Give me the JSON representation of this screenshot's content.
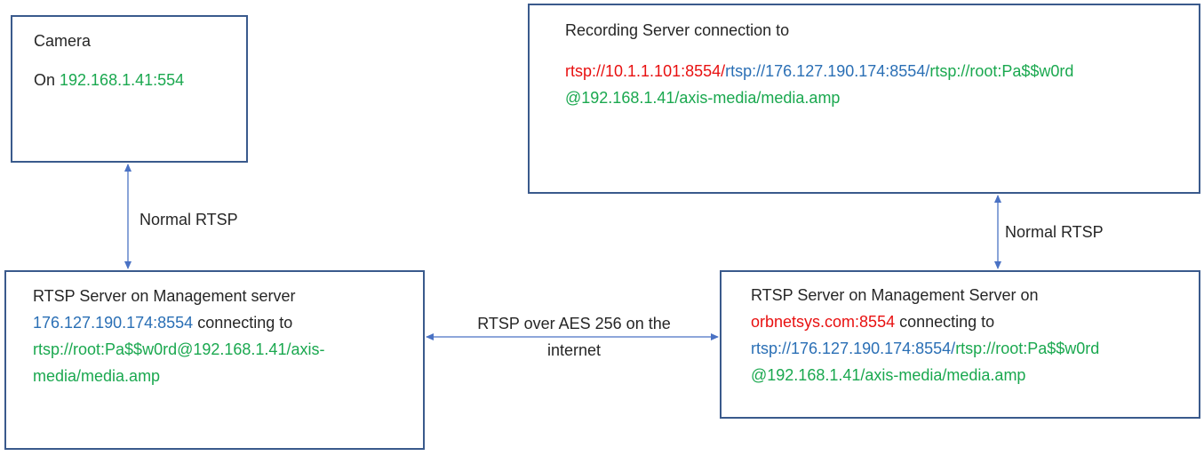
{
  "camera": {
    "title": "Camera",
    "on_prefix": "On ",
    "address": "192.168.1.41:554"
  },
  "recording": {
    "title": "Recording Server connection to",
    "url_part1": "rtsp://10.1.1.101:8554/",
    "url_part2": "rtsp://176.127.190.174:8554/",
    "url_part3": "rtsp://root:Pa$$w0rd",
    "url_part4": "@192.168.1.41/axis-media/media.amp"
  },
  "mgmt_left": {
    "title": "RTSP Server on Management server",
    "address": "176.127.190.174:8554",
    "connecting": " connecting to",
    "url_line1": "rtsp://root:Pa$$w0rd@192.168.1.41/axis-",
    "url_line2": "media/media.amp"
  },
  "mgmt_right": {
    "title": "RTSP Server on Management Server on",
    "address": "orbnetsys.com:8554",
    "connecting": " connecting to",
    "url_part1": "rtsp://176.127.190.174:8554/",
    "url_part2": "rtsp://root:Pa$$w0rd",
    "url_part3": "@192.168.1.41/axis-media/media.amp"
  },
  "links": {
    "camera_to_mgmt": "Normal RTSP",
    "recording_to_mgmt": "Normal RTSP",
    "internet_line1": "RTSP over AES 256 on the",
    "internet_line2": "internet"
  },
  "colors": {
    "box_border": "#3a5a8c",
    "arrow": "#4a72c4",
    "green": "#1aa84f",
    "blue": "#2a6fb5",
    "red": "#e81010"
  }
}
